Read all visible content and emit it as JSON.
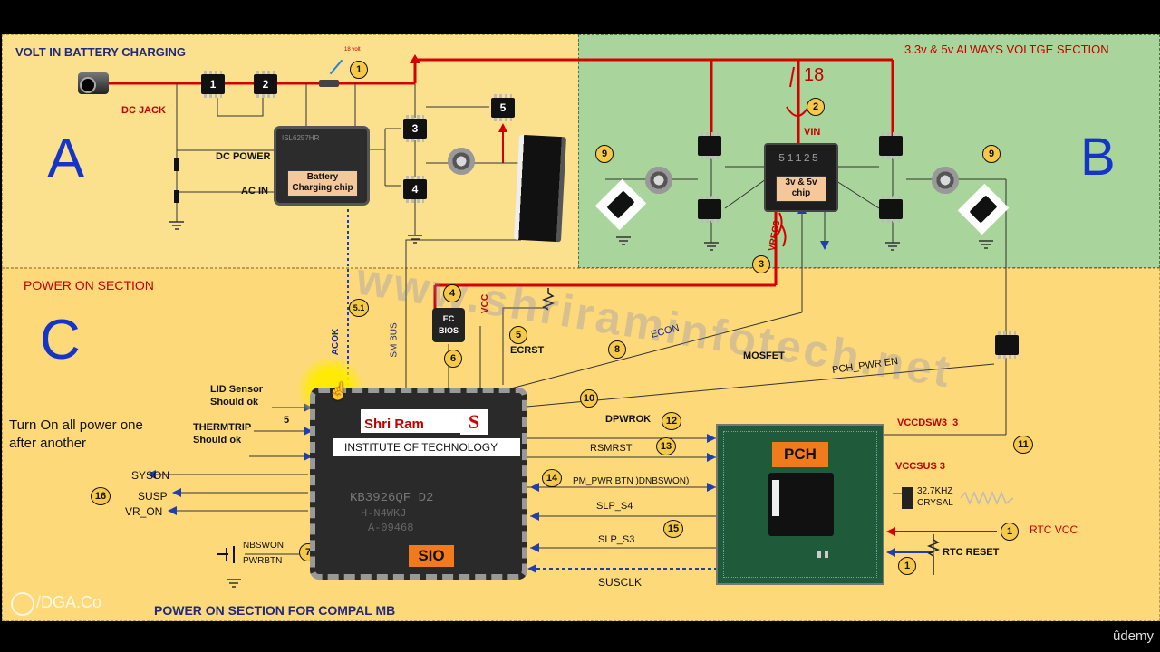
{
  "sections": {
    "a_title": "VOLT IN BATTERY CHARGING",
    "a_letter": "A",
    "b_title": "3.3v & 5v  ALWAYS VOLTGE SECTION",
    "b_letter": "B",
    "c_title": "POWER ON  SECTION",
    "c_letter": "C"
  },
  "section_a": {
    "dc_jack": "DC JACK",
    "volt_note": "18 volt",
    "dc_power": "DC POWER",
    "ac_in": "AC IN",
    "charger_chip": "Battery Charging chip",
    "chip_marking": "ISL6257HR"
  },
  "section_b": {
    "vin": "VIN",
    "handwritten": "18",
    "chip_label": "3v & 5v chip",
    "chip_marking": "51125",
    "vreg3": "VREG3"
  },
  "section_c": {
    "ec_bios": "EC BIOS",
    "vcc": "VCC",
    "ecrst": "ECRST",
    "acok": "ACOK",
    "sm_bus": "SM BUS",
    "econ": "ECON",
    "mosfet": "MOSFET",
    "pch_pwr_en": "PCH_PWR EN",
    "lid_sensor": "LID Sensor Should ok",
    "thermtrip": "THERMTRIP Should ok",
    "thermtrip_num": "5",
    "turn_on": "Turn On all power one after another",
    "syson": "SYSON",
    "susp": "SUSP",
    "vr_on": "VR_ON",
    "nbswon": "NBSWON",
    "pwrbtn": "PWRBTN",
    "sio_label": "SIO",
    "sio_marking1": "KB3926QF D2",
    "sio_marking2": "H-N4WKJ",
    "sio_marking3": "A-09468",
    "banner_title": "Shri Ram",
    "banner_sub": "INSTITUTE OF TECHNOLOGY",
    "dpwrok": "DPWROK",
    "rsmrst": "RSMRST",
    "pm_pwr_btn": "PM_PWR BTN )DNBSWON)",
    "slp_s4": "SLP_S4",
    "slp_s3": "SLP_S3",
    "susclk": "SUSCLK",
    "pch_label": "PCH",
    "vccdsw": "VCCDSW3_3",
    "vccsus": "VCCSUS 3",
    "crystal": "32.7KHZ CRYSAL",
    "rtc_vcc": "RTC VCC",
    "rtc_reset": "RTC RESET",
    "footer_title": "POWER ON SECTION FOR COMPAL MB"
  },
  "watermark": "www.shriraminfotech.net",
  "branding": {
    "left": "/DGA.Co",
    "right": "ûdemy"
  },
  "markers": [
    "1",
    "2",
    "3",
    "4",
    "5",
    "6",
    "7",
    "8",
    "9",
    "10",
    "11",
    "12",
    "13",
    "14",
    "15",
    "16",
    "5.1"
  ],
  "colors": {
    "panel_a": "#fbe08e",
    "panel_b": "#a9d49b",
    "panel_c": "#fdd97a",
    "wire_red": "#d40000",
    "wire_blue": "#1f3fae"
  }
}
